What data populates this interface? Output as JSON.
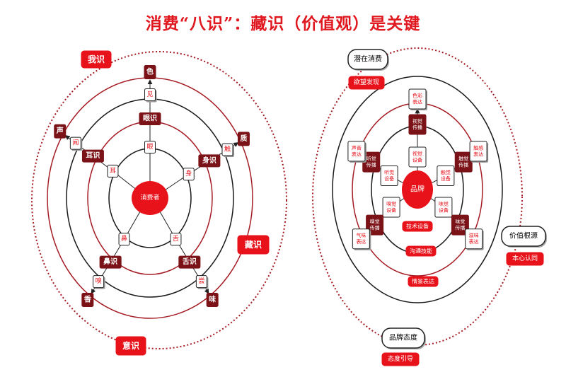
{
  "title": "消费“八识”：藏识（价值观）是关键",
  "colors": {
    "red": "#e8121a",
    "dark": "#7a1217",
    "ring_red": "#a51c24",
    "ring_black": "#1a1a1a"
  },
  "left": {
    "center": "消费者",
    "ring_labels": [
      "我识",
      "藏识",
      "意识"
    ],
    "consciousness": [
      "眼识",
      "耳识",
      "身识",
      "鼻识",
      "舌识"
    ],
    "organs": [
      "眼",
      "耳",
      "身",
      "鼻",
      "舌"
    ],
    "perception": [
      "见",
      "闻",
      "触",
      "嗅",
      "尝"
    ],
    "objects": [
      "色",
      "声",
      "质",
      "香",
      "味"
    ]
  },
  "right": {
    "center": "品牌",
    "top_left": {
      "label": "潜在消费",
      "tag": "欲望发现"
    },
    "mid_right": {
      "label": "价值根源",
      "tag": "本心认同"
    },
    "bottom": {
      "label": "品牌态度",
      "tag": "态度引导"
    },
    "outer_boxes": [
      "色彩表达",
      "声音表达",
      "触感表达",
      "气味表达",
      "滋味表达"
    ],
    "transmit": [
      "视觉传播",
      "听觉传播",
      "触觉传播",
      "嗅觉传播",
      "味觉传播"
    ],
    "inner_boxes": [
      "视觉设备",
      "听觉设备",
      "触觉设备",
      "嗅觉设备",
      "味觉设备"
    ],
    "inner_tags": [
      "技术设备",
      "沟通技能",
      "情景表达"
    ]
  }
}
